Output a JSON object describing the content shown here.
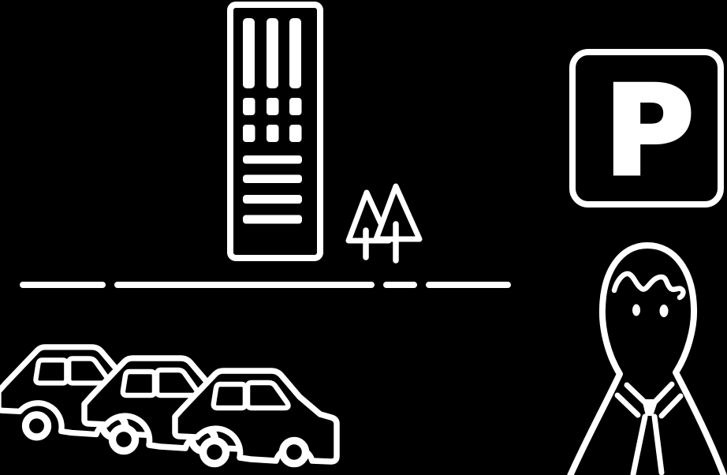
{
  "scene": {
    "background_color": "#000000",
    "line_color": "#ffffff",
    "parking_sign": {
      "letter": "P"
    },
    "elements": [
      "office-building-with-windows",
      "two-pine-trees",
      "dashed-road-line",
      "three-cars-in-row",
      "parking-sign",
      "person-with-tie"
    ]
  }
}
